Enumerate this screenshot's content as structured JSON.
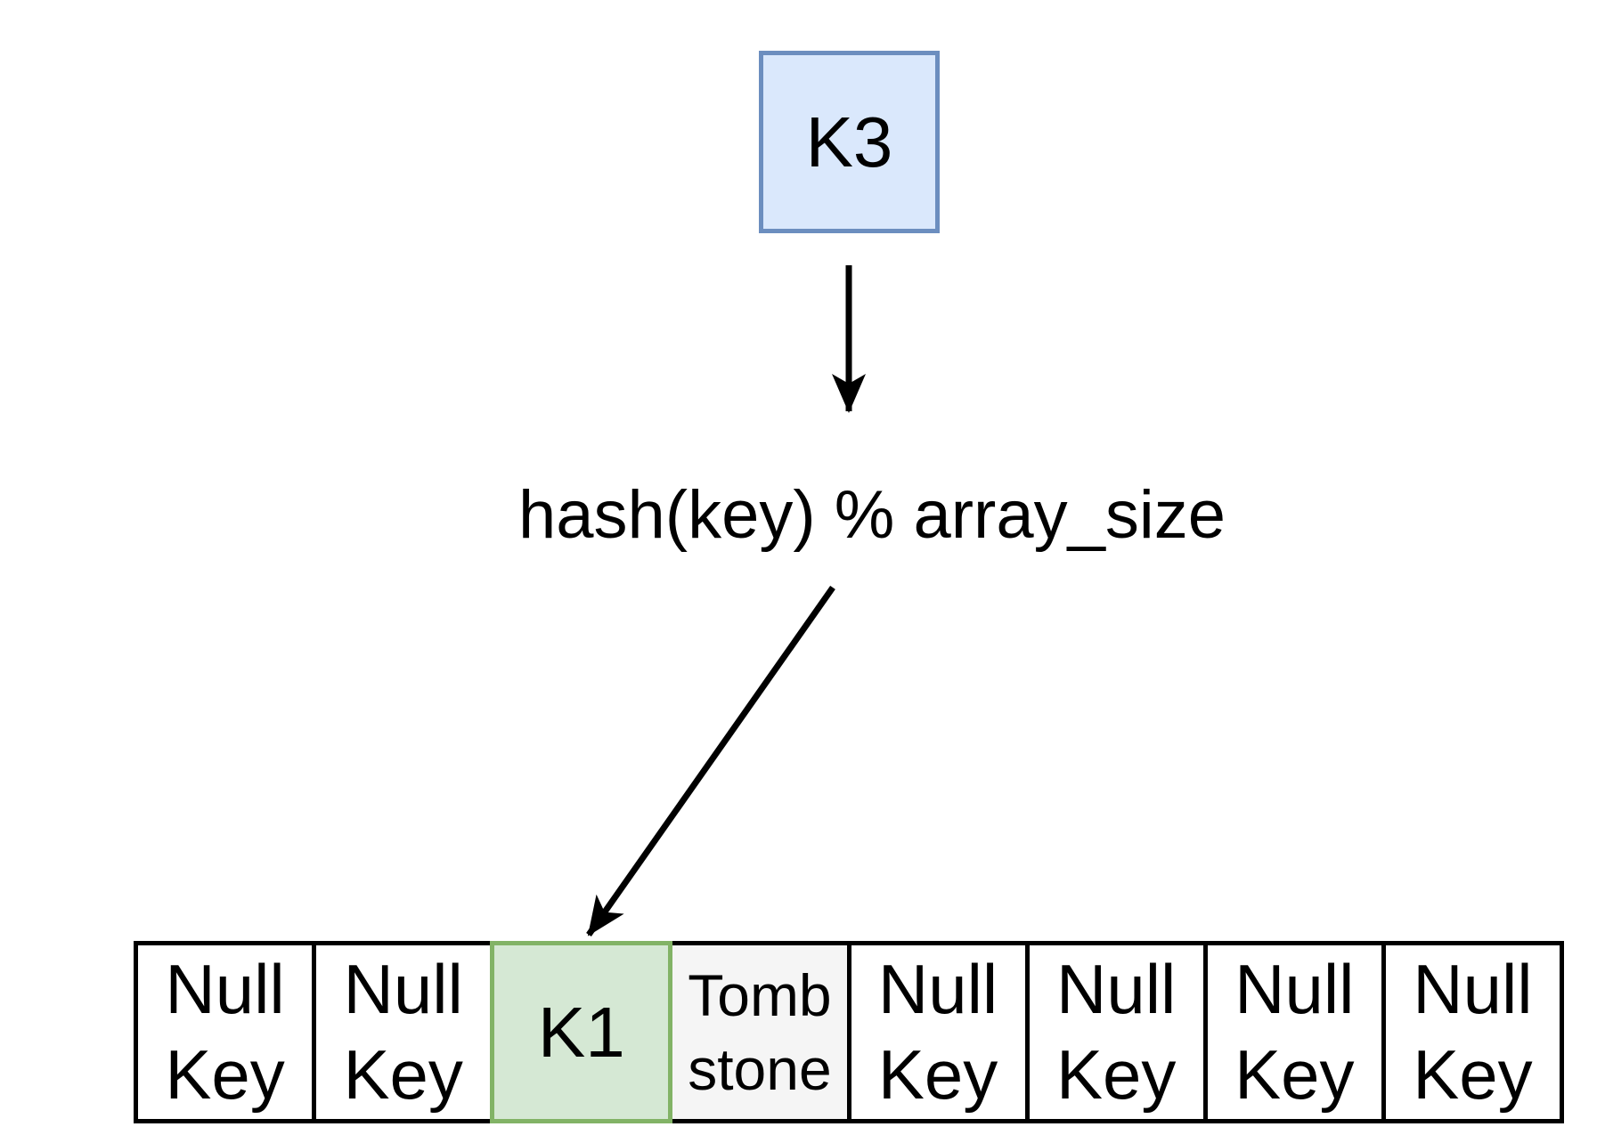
{
  "key_box": {
    "label": "K3"
  },
  "hash_label": "hash(key) % array_size",
  "arrows": [
    {
      "name": "key-to-hash",
      "direction": "down"
    },
    {
      "name": "hash-to-slot",
      "direction": "down-left-into-K1-cell"
    }
  ],
  "array": {
    "cells": [
      {
        "lines": [
          "Null",
          "Key"
        ],
        "state": "empty"
      },
      {
        "lines": [
          "Null",
          "Key"
        ],
        "state": "empty"
      },
      {
        "lines": [
          "K1"
        ],
        "state": "occupied"
      },
      {
        "lines": [
          "Tomb",
          "stone"
        ],
        "state": "tombstone"
      },
      {
        "lines": [
          "Null",
          "Key"
        ],
        "state": "empty"
      },
      {
        "lines": [
          "Null",
          "Key"
        ],
        "state": "empty"
      },
      {
        "lines": [
          "Null",
          "Key"
        ],
        "state": "empty"
      },
      {
        "lines": [
          "Null",
          "Key"
        ],
        "state": "empty"
      }
    ]
  },
  "colors": {
    "key_box_fill": "#dae8fc",
    "key_box_stroke": "#6c8ebf",
    "occupied_fill": "#d5e8d4",
    "occupied_stroke": "#82b366",
    "tombstone_fill": "#f5f5f5",
    "empty_fill": "#ffffff",
    "cell_border": "#000000",
    "arrow": "#000000",
    "text": "#000000"
  }
}
